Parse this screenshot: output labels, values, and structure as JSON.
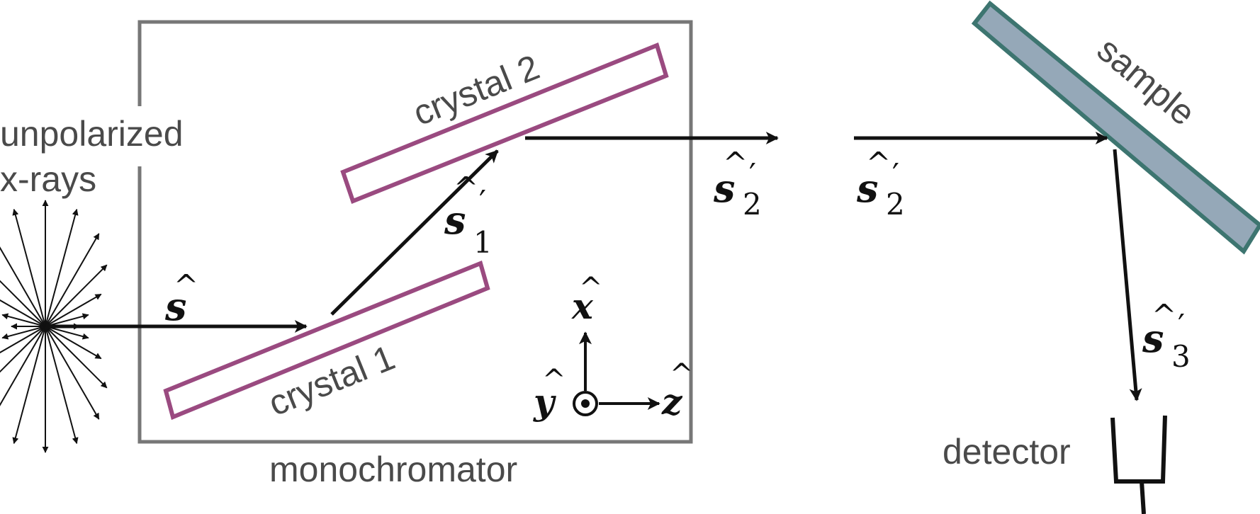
{
  "labels": {
    "source_line1": "unpolarized",
    "source_line2": "x-rays",
    "monochromator": "monochromator",
    "crystal1": "crystal 1",
    "crystal2": "crystal 2",
    "sample": "sample",
    "detector": "detector"
  },
  "vectors": {
    "s": {
      "symbol": "s",
      "hat": "^"
    },
    "s1p": {
      "symbol": "s",
      "hat": "^",
      "sub": "1",
      "prime": "′"
    },
    "s2p_a": {
      "symbol": "s",
      "hat": "^",
      "sub": "2",
      "prime": "′"
    },
    "s2p_b": {
      "symbol": "s",
      "hat": "^",
      "sub": "2",
      "prime": "′"
    },
    "s3p": {
      "symbol": "s",
      "hat": "^",
      "sub": "3",
      "prime": "′"
    }
  },
  "axes": {
    "x": {
      "symbol": "x",
      "hat": "^"
    },
    "y": {
      "symbol": "y",
      "hat": "^"
    },
    "z": {
      "symbol": "z",
      "hat": "^"
    }
  },
  "colors": {
    "crystal": "#9a4a80",
    "sample_fill": "#95a8b8",
    "sample_edge": "#3d7570",
    "box": "#777777",
    "arrow": "#111111",
    "text": "#4a4a4a"
  }
}
